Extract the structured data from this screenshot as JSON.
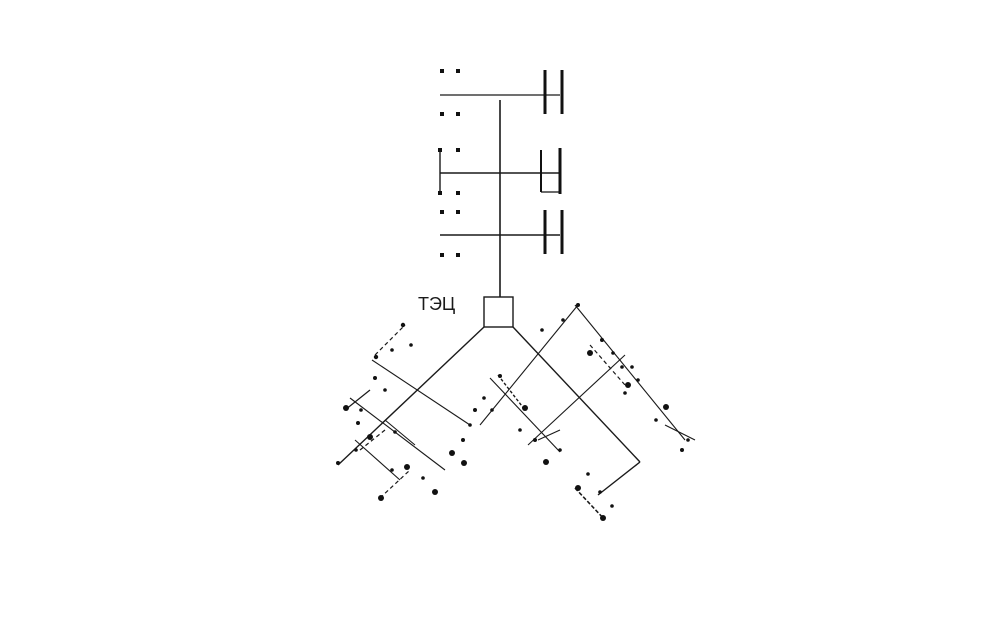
{
  "diagram": {
    "source_label": "ТЭЦ",
    "colors": {
      "background": "#ffffff",
      "line": "#1a1a1a",
      "node": "#111111"
    },
    "network": {
      "vertical_trunk_branches": 3,
      "diagonal_trunks": 2
    }
  }
}
